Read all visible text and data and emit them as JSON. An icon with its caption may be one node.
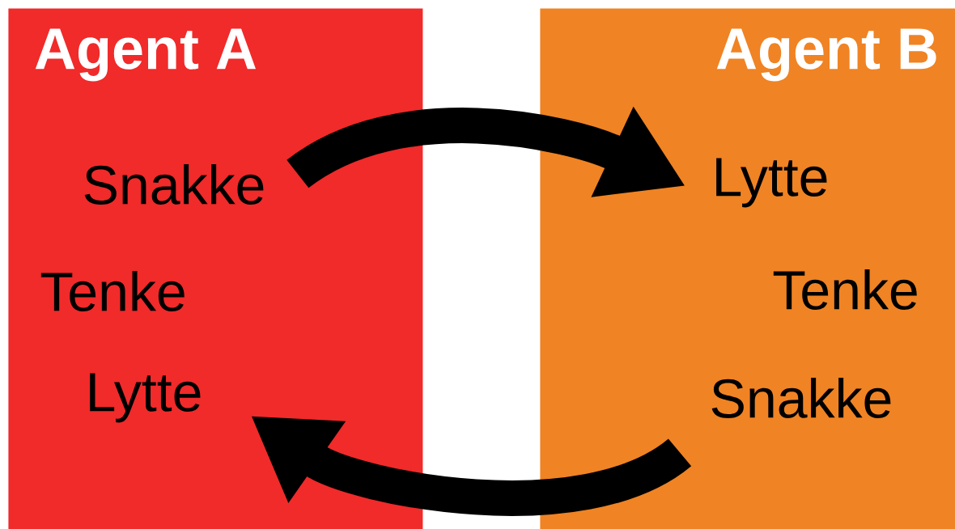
{
  "diagram": {
    "nodes": [
      {
        "text": [
          "Agent A"
        ]
      },
      {
        "text": [
          "Snakke"
        ],
        "in": 0
      },
      {
        "text": [
          "Tenke"
        ],
        "in": 0
      },
      {
        "text": [
          "Lytte"
        ],
        "in": 0
      },
      {
        "text": [
          "Agent B"
        ]
      },
      {
        "text": [
          "Lytte"
        ],
        "in": 4
      },
      {
        "text": [
          "Tenke"
        ],
        "in": 4
      },
      {
        "text": [
          "Snakke"
        ],
        "in": 4
      }
    ],
    "edges": [
      {
        "from": 1,
        "to": 5,
        "arrow": "to"
      },
      {
        "from": 7,
        "to": 3,
        "arrow": "to"
      }
    ]
  }
}
